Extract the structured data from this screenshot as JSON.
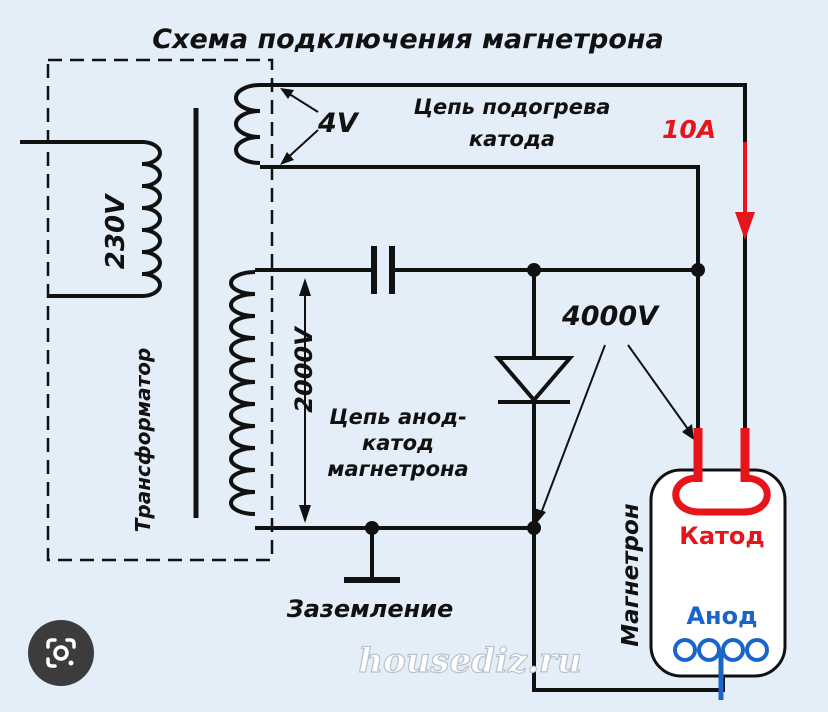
{
  "title": "Схема подключения магнетрона",
  "labels": {
    "transformer": "Трансформатор",
    "v230": "230V",
    "v4": "4V",
    "heater_line1": "Цепь подогрева",
    "heater_line2": "катода",
    "current": "10A",
    "v2000": "2000V",
    "v4000": "4000V",
    "anode_line1": "Цепь анод-",
    "anode_line2": "катод",
    "anode_line3": "магнетрона",
    "ground": "Заземление",
    "magnetron": "Магнетрон",
    "cathode": "Катод",
    "anode": "Анод",
    "watermark": "housediz.ru"
  },
  "colors": {
    "background": "#e3eef8",
    "heater_red": "#e8141b",
    "anode_blue": "#1a66c8",
    "wire": "#111111"
  },
  "icons": {
    "lens": "google-lens-icon"
  }
}
